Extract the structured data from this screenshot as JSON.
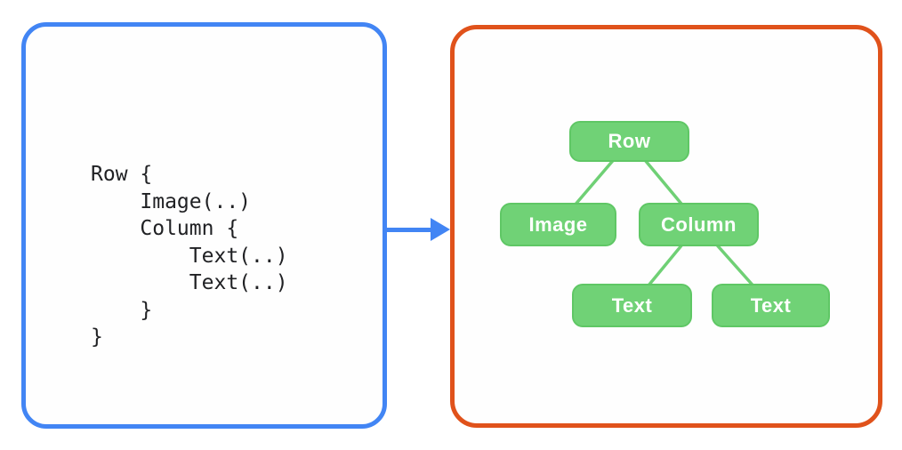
{
  "left_panel": {
    "name": "compose-code",
    "border_color": "#4285F4",
    "code_lines": [
      "Row {",
      "    Image(..)",
      "    Column {",
      "        Text(..)",
      "        Text(..)",
      "    }",
      "}"
    ]
  },
  "arrow": {
    "direction": "right",
    "color": "#4285F4"
  },
  "right_panel": {
    "name": "ui-tree",
    "border_color": "#E0521B",
    "tree": {
      "node_fill": "#70D276",
      "node_border": "#5FC765",
      "edge_color": "#6FD075",
      "label_color": "#FFFFFF",
      "nodes": [
        {
          "id": "row",
          "label": "Row",
          "level": 0
        },
        {
          "id": "image",
          "label": "Image",
          "level": 1
        },
        {
          "id": "column",
          "label": "Column",
          "level": 1
        },
        {
          "id": "text1",
          "label": "Text",
          "level": 2
        },
        {
          "id": "text2",
          "label": "Text",
          "level": 2
        }
      ],
      "edges": [
        [
          "row",
          "image"
        ],
        [
          "row",
          "column"
        ],
        [
          "column",
          "text1"
        ],
        [
          "column",
          "text2"
        ]
      ]
    }
  }
}
